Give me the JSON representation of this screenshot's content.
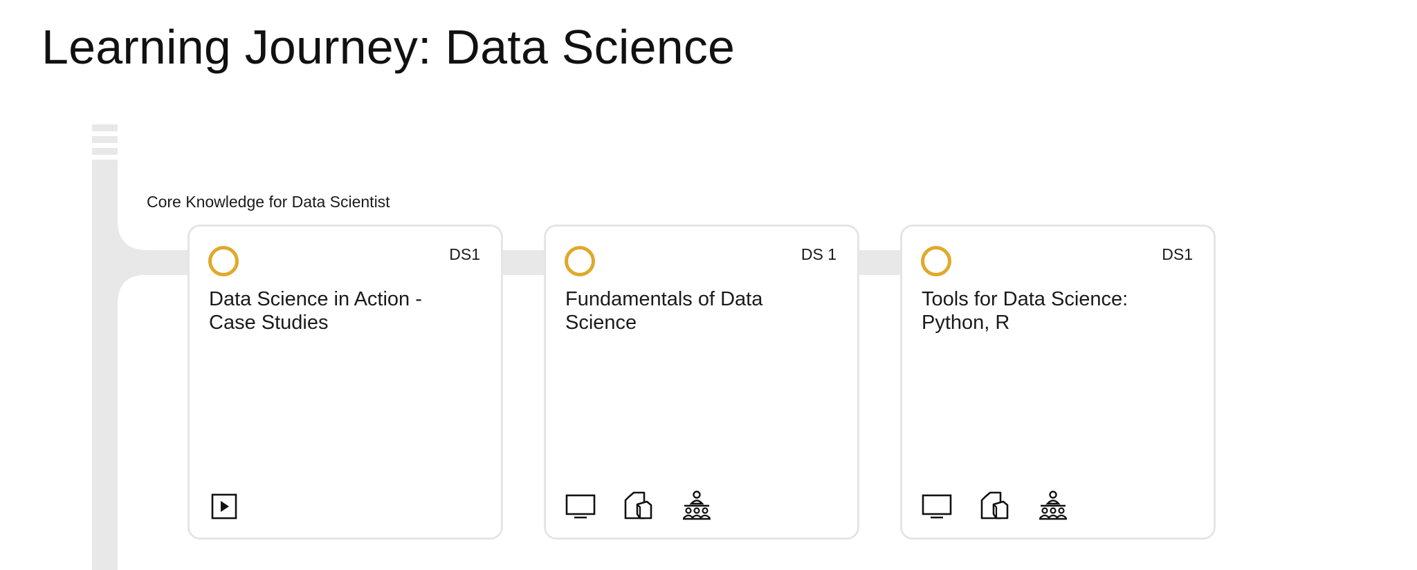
{
  "page": {
    "title": "Learning Journey: Data Science"
  },
  "section": {
    "label": "Core Knowledge for Data Scientist"
  },
  "colors": {
    "track": "#e8e8e8",
    "status_ring": "#e0a92a",
    "card_border": "#e5e5e5"
  },
  "courses": [
    {
      "code": "DS1",
      "title": "Data Science in Action - Case Studies",
      "status": "not-started",
      "formats": [
        "video-icon"
      ]
    },
    {
      "code": "DS 1",
      "title": "Fundamentals of Data Science",
      "status": "not-started",
      "formats": [
        "monitor-icon",
        "documents-icon",
        "classroom-icon"
      ]
    },
    {
      "code": "DS1",
      "title": "Tools for Data Science: Python, R",
      "status": "not-started",
      "formats": [
        "monitor-icon",
        "documents-icon",
        "classroom-icon"
      ]
    }
  ]
}
